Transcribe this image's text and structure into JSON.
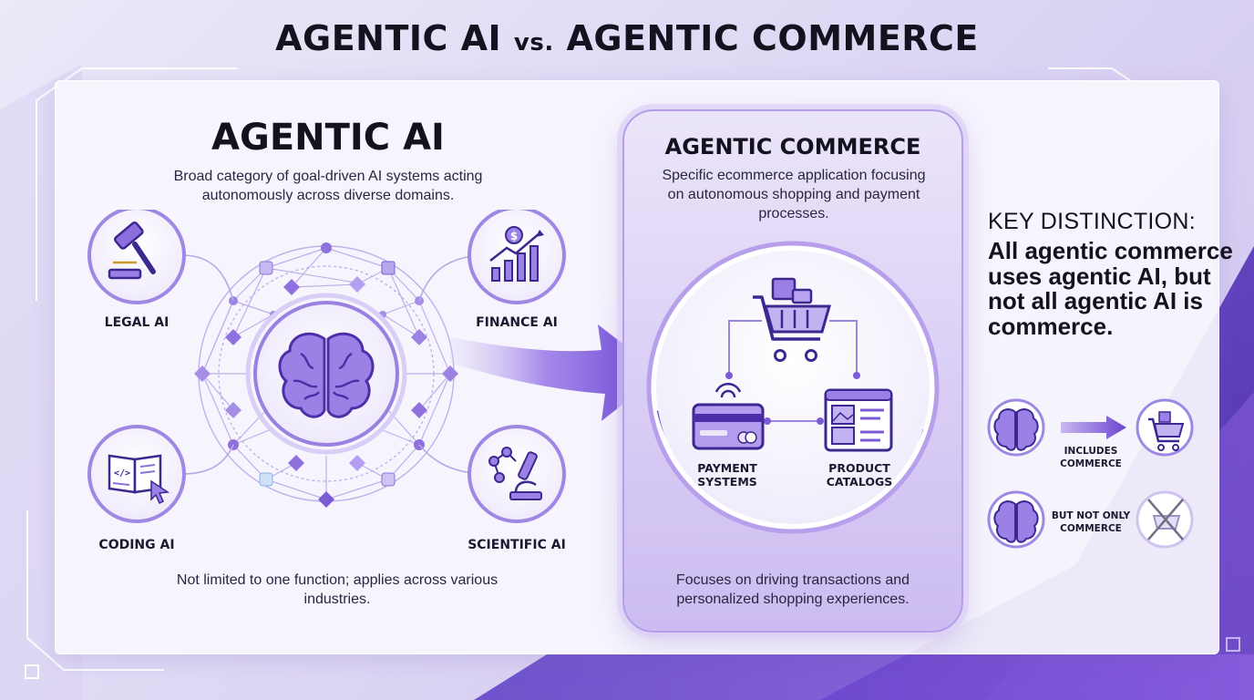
{
  "title": {
    "part1": "AGENTIC AI",
    "vs": "vs.",
    "part2": "AGENTIC COMMERCE"
  },
  "agentic_ai": {
    "heading": "AGENTIC AI",
    "description": "Broad category of goal-driven AI systems acting autonomously across diverse domains.",
    "footer": "Not limited to one function; applies across various industries.",
    "domains": [
      {
        "label": "LEGAL AI",
        "icon": "gavel-icon"
      },
      {
        "label": "FINANCE AI",
        "icon": "growth-chart-icon"
      },
      {
        "label": "CODING AI",
        "icon": "code-book-icon"
      },
      {
        "label": "SCIENTIFIC AI",
        "icon": "microscope-icon"
      }
    ],
    "hub_icon": "brain-icon"
  },
  "agentic_commerce": {
    "heading": "AGENTIC COMMERCE",
    "description": "Specific ecommerce application focusing on autonomous shopping and payment processes.",
    "footer": "Focuses on driving transactions and personalized shopping experiences.",
    "components": [
      {
        "label": "PAYMENT SYSTEMS",
        "icon": "credit-card-icon"
      },
      {
        "label": "PRODUCT CATALOGS",
        "icon": "catalog-icon"
      }
    ],
    "hub_icon": "shopping-cart-icon"
  },
  "key_distinction": {
    "heading": "KEY DISTINCTION:",
    "body": "All agentic commerce uses agentic AI, but not all agentic AI is commerce.",
    "relations": [
      {
        "label": "INCLUDES COMMERCE",
        "from_icon": "brain-icon",
        "to_icon": "shopping-cart-icon"
      },
      {
        "label": "BUT NOT ONLY COMMERCE",
        "from_icon": "brain-icon",
        "to_icon": "crossed-cart-icon"
      }
    ]
  },
  "colors": {
    "primary_purple": "#7b5bd6",
    "deep_purple": "#4b2fa8",
    "light_lavender": "#e6dff8",
    "text_dark": "#15121f"
  }
}
